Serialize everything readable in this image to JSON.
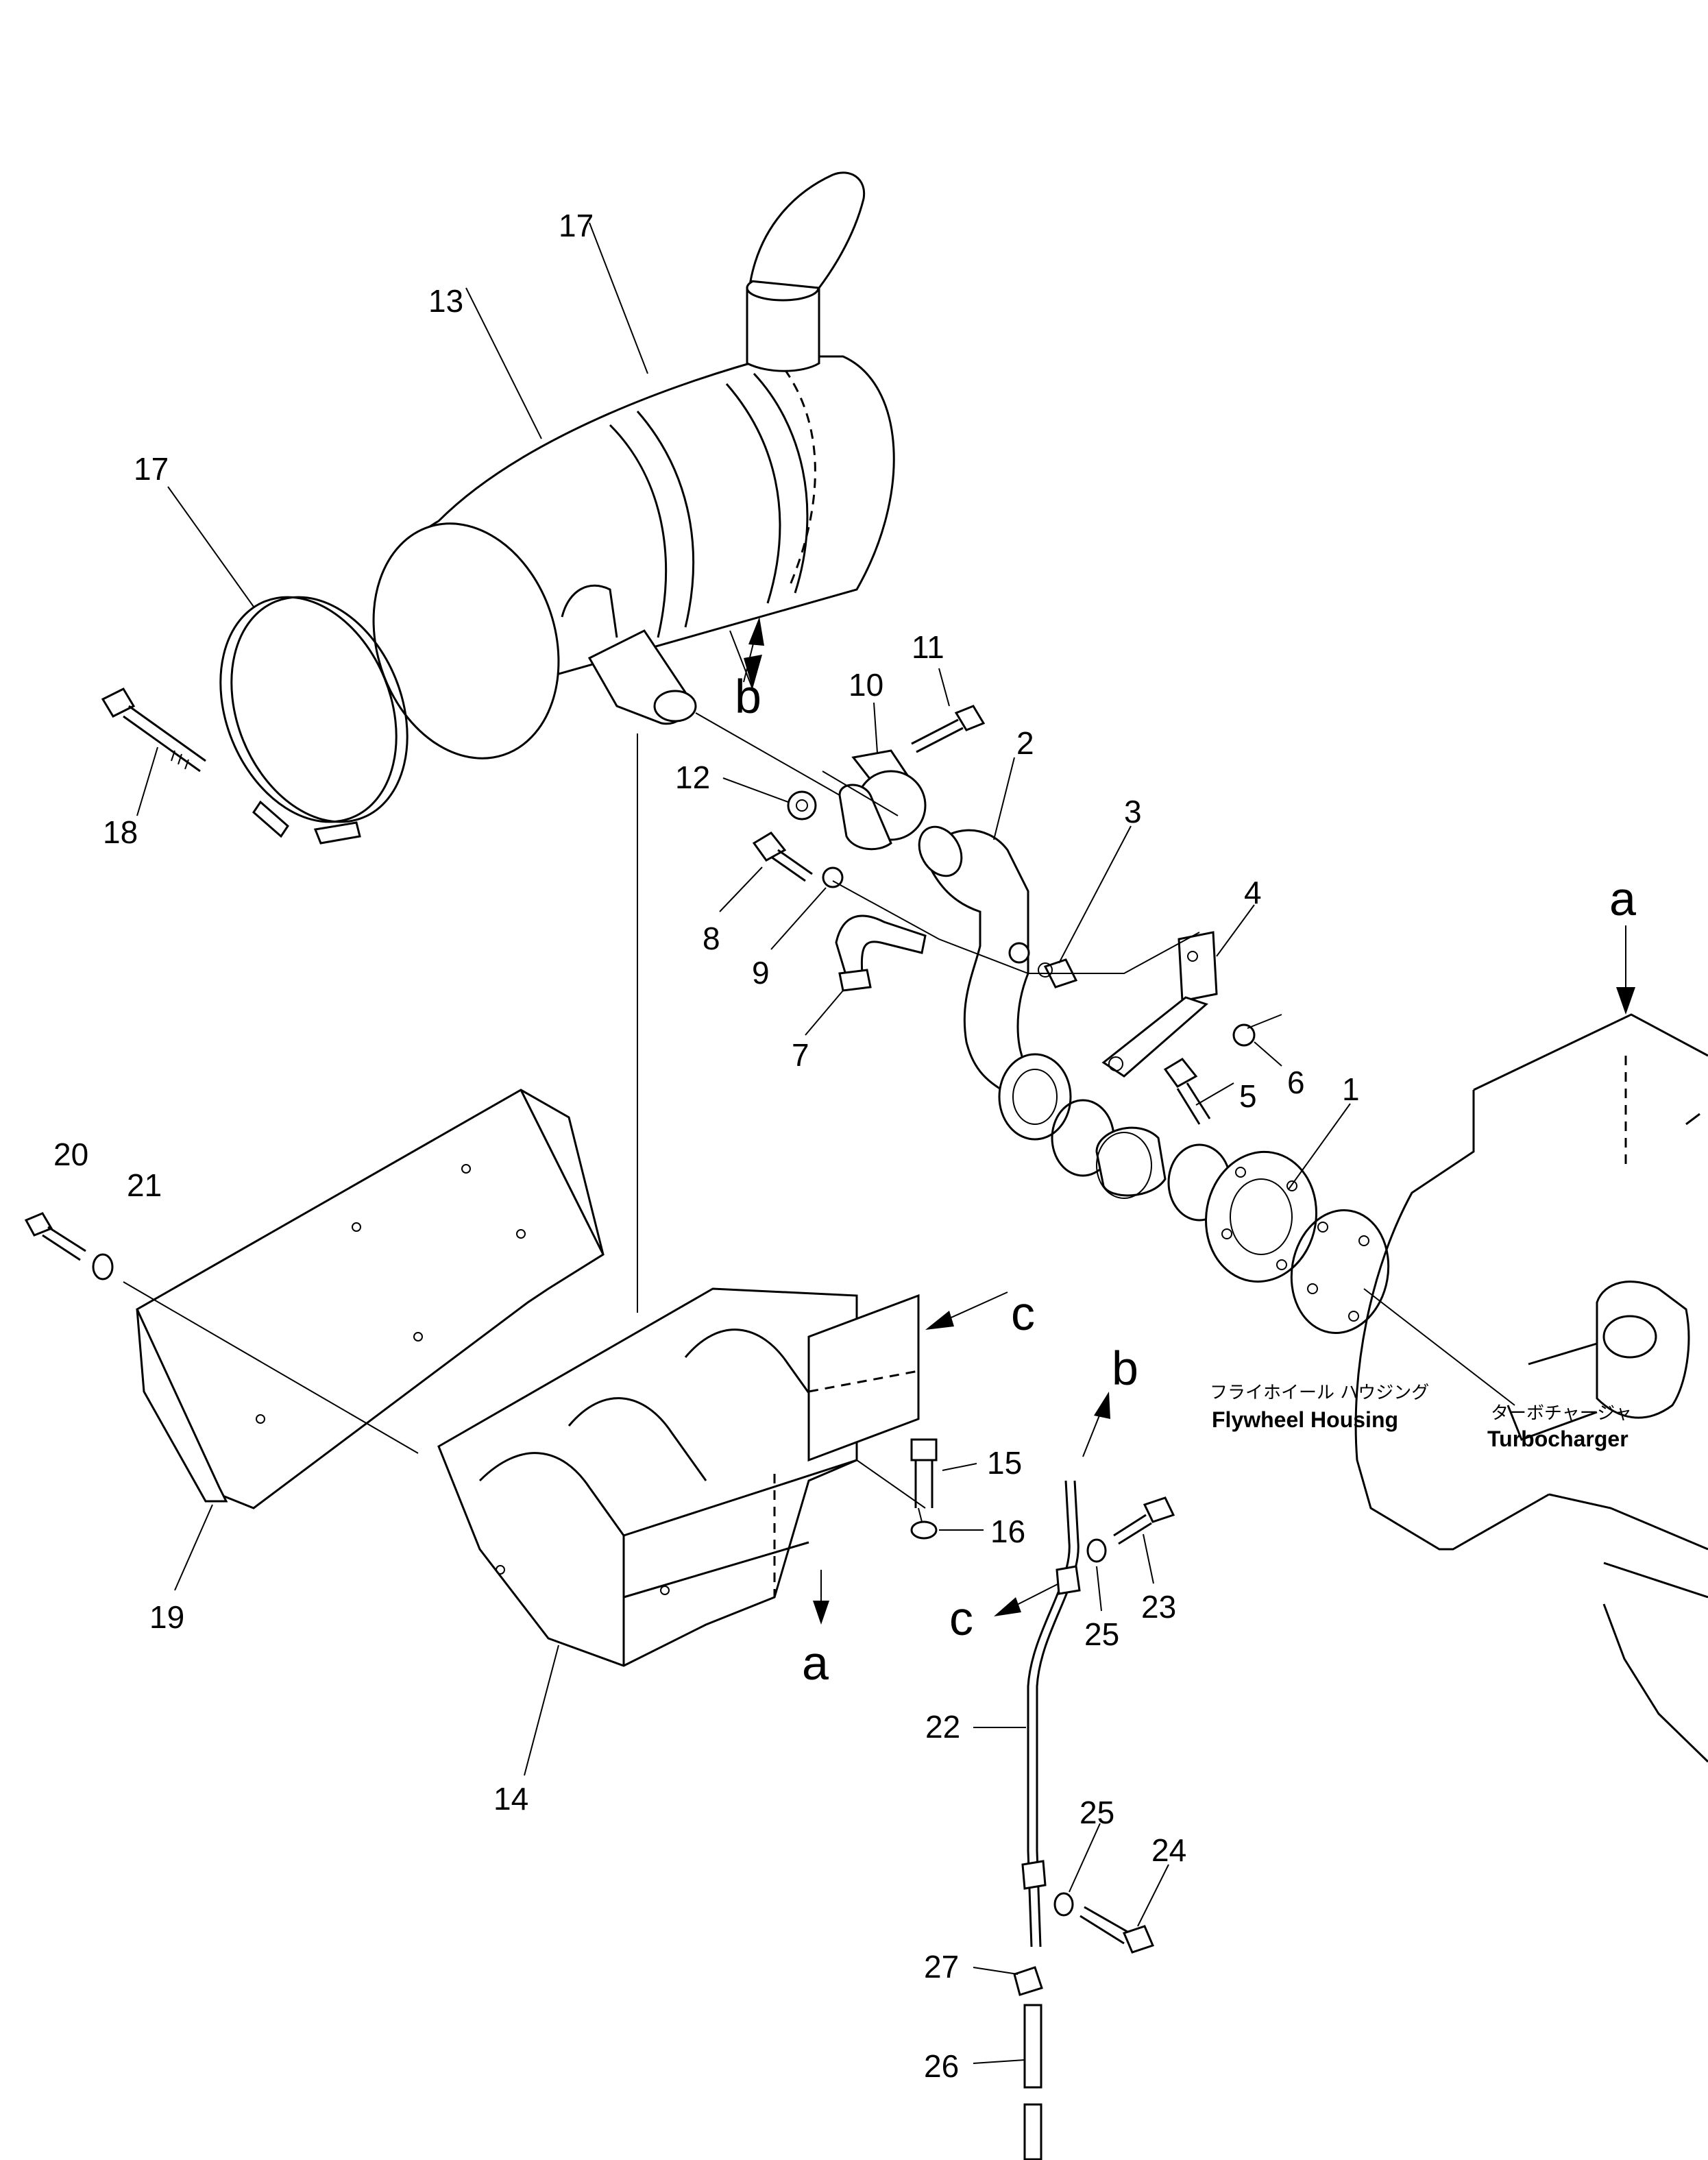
{
  "parts": [
    {
      "number": "1"
    },
    {
      "number": "2"
    },
    {
      "number": "3"
    },
    {
      "number": "4"
    },
    {
      "number": "5"
    },
    {
      "number": "6"
    },
    {
      "number": "7"
    },
    {
      "number": "8"
    },
    {
      "number": "9"
    },
    {
      "number": "10"
    },
    {
      "number": "11"
    },
    {
      "number": "12"
    },
    {
      "number": "13"
    },
    {
      "number": "14"
    },
    {
      "number": "15"
    },
    {
      "number": "16"
    },
    {
      "number": "17"
    },
    {
      "number": "18"
    },
    {
      "number": "19"
    },
    {
      "number": "20"
    },
    {
      "number": "21"
    },
    {
      "number": "22"
    },
    {
      "number": "23"
    },
    {
      "number": "24"
    },
    {
      "number": "25"
    },
    {
      "number": "26"
    },
    {
      "number": "27"
    }
  ],
  "references": {
    "a": "a",
    "b": "b",
    "c": "c"
  },
  "notes": {
    "flywheel_jp": "フライホイール ハウジング",
    "flywheel_en": "Flywheel Housing",
    "turbo_jp": "ターボチャージャ",
    "turbo_en": "Turbocharger"
  }
}
